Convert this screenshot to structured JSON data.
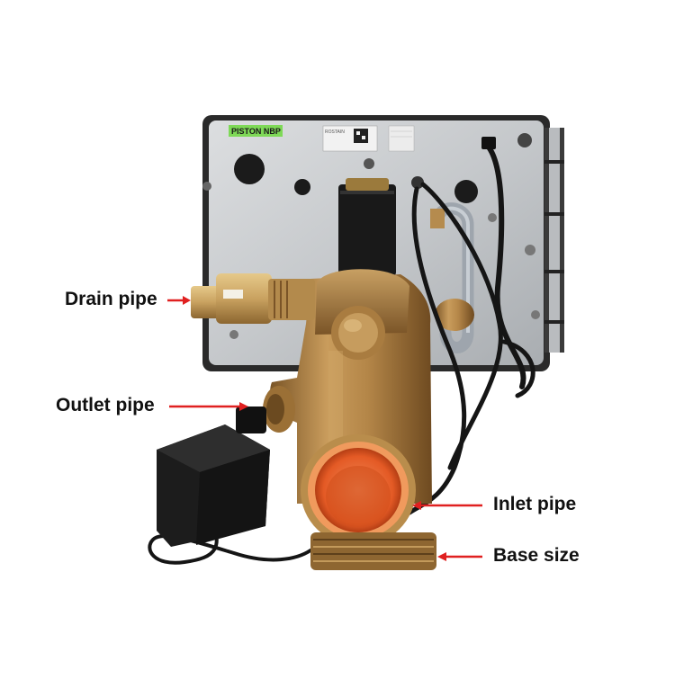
{
  "image": {
    "background": "#ffffff",
    "subject": "brass-valve-assembly"
  },
  "plate": {
    "tag": "PISTON NBP",
    "tag_color": "#7ed957",
    "badge": "ROSTAIN"
  },
  "callouts": {
    "drain": "Drain pipe",
    "outlet": "Outlet pipe",
    "inlet": "Inlet pipe",
    "base": "Base size",
    "arrow_color": "#e02020"
  },
  "colors": {
    "brass": "#b58b4e",
    "brass_dark": "#7e5a2a",
    "opening": "#e8642e",
    "plate": "#c9cccf",
    "cable": "#1a1a1a"
  }
}
